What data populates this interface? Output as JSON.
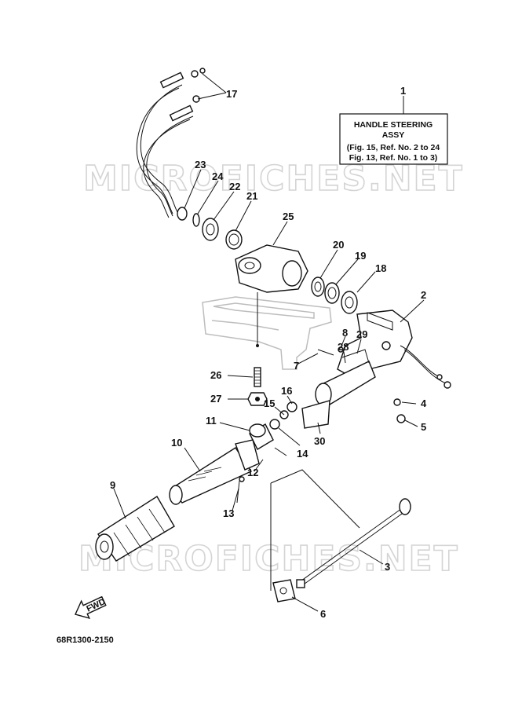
{
  "assembly_box": {
    "line1": "HANDLE STEERING",
    "line2": "ASSY",
    "line3": "(Fig. 15, Ref. No. 2 to 24",
    "line4": "Fig. 13, Ref. No. 1 to 3)"
  },
  "watermark": "MICROFICHES.NET",
  "fwd_label": "FWD",
  "diagram_code": "68R1300-2150",
  "callouts": [
    "1",
    "2",
    "3",
    "4",
    "5",
    "6",
    "7",
    "8",
    "9",
    "10",
    "11",
    "12",
    "13",
    "14",
    "15",
    "16",
    "17",
    "18",
    "19",
    "20",
    "21",
    "22",
    "23",
    "24",
    "25",
    "26",
    "27",
    "28",
    "29",
    "30"
  ]
}
